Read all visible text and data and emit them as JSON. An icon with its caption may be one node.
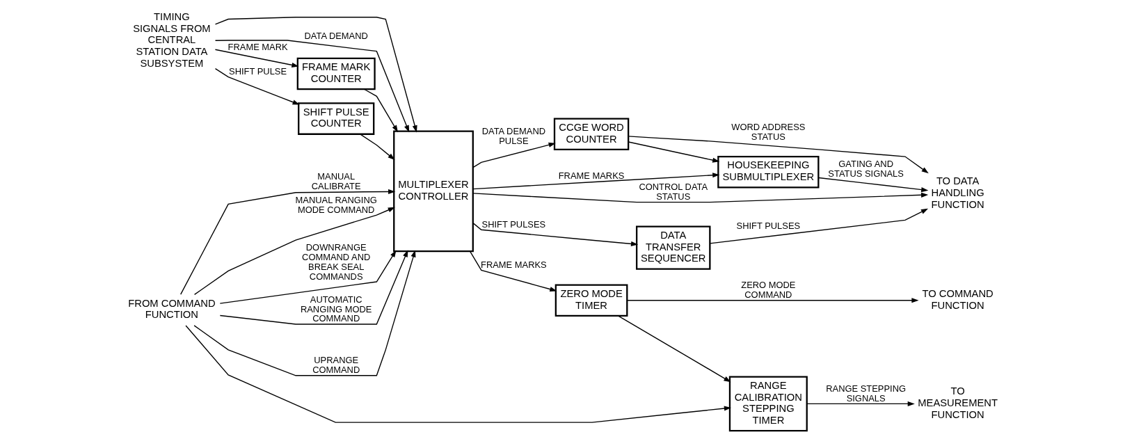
{
  "diagram": {
    "nodes": [
      {
        "text": [
          "TIMING SIGNALS FROM CENTRAL STATION DATA SUBSYSTEM"
        ]
      },
      {
        "text": [
          "FRAME MARK COUNTER"
        ]
      },
      {
        "text": [
          "SHIFT PULSE COUNTER"
        ]
      },
      {
        "text": [
          "MULTIPLEXER CONTROLLER"
        ]
      },
      {
        "text": [
          "DATA TRANSFER SEQUENCER"
        ]
      },
      {
        "text": [
          "HOUSEKEEPING SUBMULTIPLEXER"
        ]
      },
      {
        "text": [
          "CCGE WORD COUNTER"
        ]
      },
      {
        "text": [
          "ZERO MODE TIMER"
        ]
      },
      {
        "text": [
          "RANGE CALIBRATION STEPPING TIMER"
        ]
      },
      {
        "text": [
          "FROM COMMAND FUNCTION"
        ]
      },
      {
        "text": [
          "TO DATA HANDLING FUNCTION"
        ]
      },
      {
        "text": [
          "TO COMMAND FUNCTION"
        ]
      },
      {
        "text": [
          "TO MEASUREMENT FUNCTION"
        ]
      }
    ],
    "edges": [
      {
        "from": 0,
        "to": 1,
        "arrow": "to",
        "label": "FRAME MARK"
      },
      {
        "from": 1,
        "to": 3,
        "arrow": "to"
      },
      {
        "from": 0,
        "to": 3,
        "arrow": "to"
      },
      {
        "from": 0,
        "to": 3,
        "arrow": "to",
        "label": "DATA DEMAND"
      },
      {
        "from": 0,
        "to": 2,
        "arrow": "to",
        "label": "SHIFT PULSE"
      },
      {
        "from": 2,
        "to": 3,
        "arrow": "to"
      },
      {
        "from": 3,
        "to": 4,
        "arrow": "to",
        "label": "SHIFT PULSES"
      },
      {
        "from": 4,
        "to": 10,
        "arrow": "to",
        "label": "SHIFT PULSES"
      },
      {
        "from": 3,
        "to": 5,
        "arrow": "to",
        "label": "FRAME MARKS"
      },
      {
        "from": 5,
        "to": 10,
        "arrow": "to",
        "label": "GATING AND STATUS SIGNALS"
      },
      {
        "from": 3,
        "to": 6,
        "arrow": "to",
        "label": "DATA DEMAND PULSE"
      },
      {
        "from": 6,
        "to": 5,
        "arrow": "to"
      },
      {
        "from": 6,
        "to": 10,
        "arrow": "to",
        "label": "WORD ADDRESS STATUS"
      },
      {
        "from": 3,
        "to": 10,
        "arrow": "to",
        "label": "CONTROL DATA STATUS"
      },
      {
        "from": 3,
        "to": 7,
        "arrow": "to",
        "label": "FRAME MARKS"
      },
      {
        "from": 7,
        "to": 11,
        "arrow": "to",
        "label": "ZERO MODE COMMAND"
      },
      {
        "from": 7,
        "to": 8,
        "arrow": "to"
      },
      {
        "from": 8,
        "to": 12,
        "arrow": "to",
        "label": "RANGE STEPPING SIGNALS"
      },
      {
        "from": 9,
        "to": 3,
        "arrow": "to",
        "label": "UPRANGE COMMAND"
      },
      {
        "from": 9,
        "to": 3,
        "arrow": "to",
        "label": "MANUAL CALIBRATE"
      },
      {
        "from": 9,
        "to": 3,
        "arrow": "to",
        "label": "MANUAL RANGING MODE COMMAND"
      },
      {
        "from": 9,
        "to": 3,
        "arrow": "to",
        "label": "DOWNRANGE COMMAND AND BREAK SEAL COMMANDS"
      },
      {
        "from": 9,
        "to": 3,
        "arrow": "to",
        "label": "AUTOMATIC RANGING MODE COMMAND"
      },
      {
        "from": 9,
        "to": 8,
        "arrow": "to"
      }
    ]
  }
}
